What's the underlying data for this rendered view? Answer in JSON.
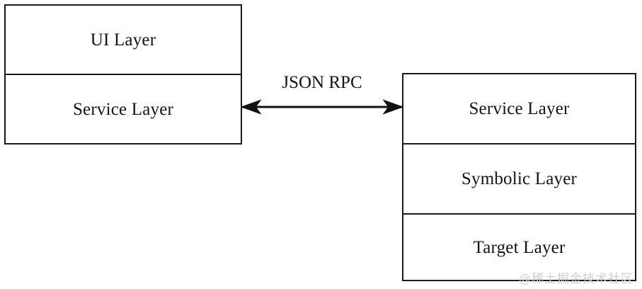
{
  "diagram": {
    "type": "layered-architecture",
    "background_color": "#ffffff",
    "stroke_color": "#1a1a1a",
    "text_color": "#141414",
    "left_stack": {
      "name": "client-stack",
      "layers": [
        {
          "label": "UI Layer"
        },
        {
          "label": "Service Layer"
        }
      ]
    },
    "right_stack": {
      "name": "server-stack",
      "layers": [
        {
          "label": "Service Layer"
        },
        {
          "label": "Symbolic Layer"
        },
        {
          "label": "Target Layer"
        }
      ]
    },
    "connector": {
      "label": "JSON RPC",
      "arrow": "bidirectional",
      "from": "Service Layer",
      "to": "Service Layer"
    }
  },
  "watermark": {
    "text": "@稀土掘金技术社区",
    "color": "#cfcfcf"
  }
}
